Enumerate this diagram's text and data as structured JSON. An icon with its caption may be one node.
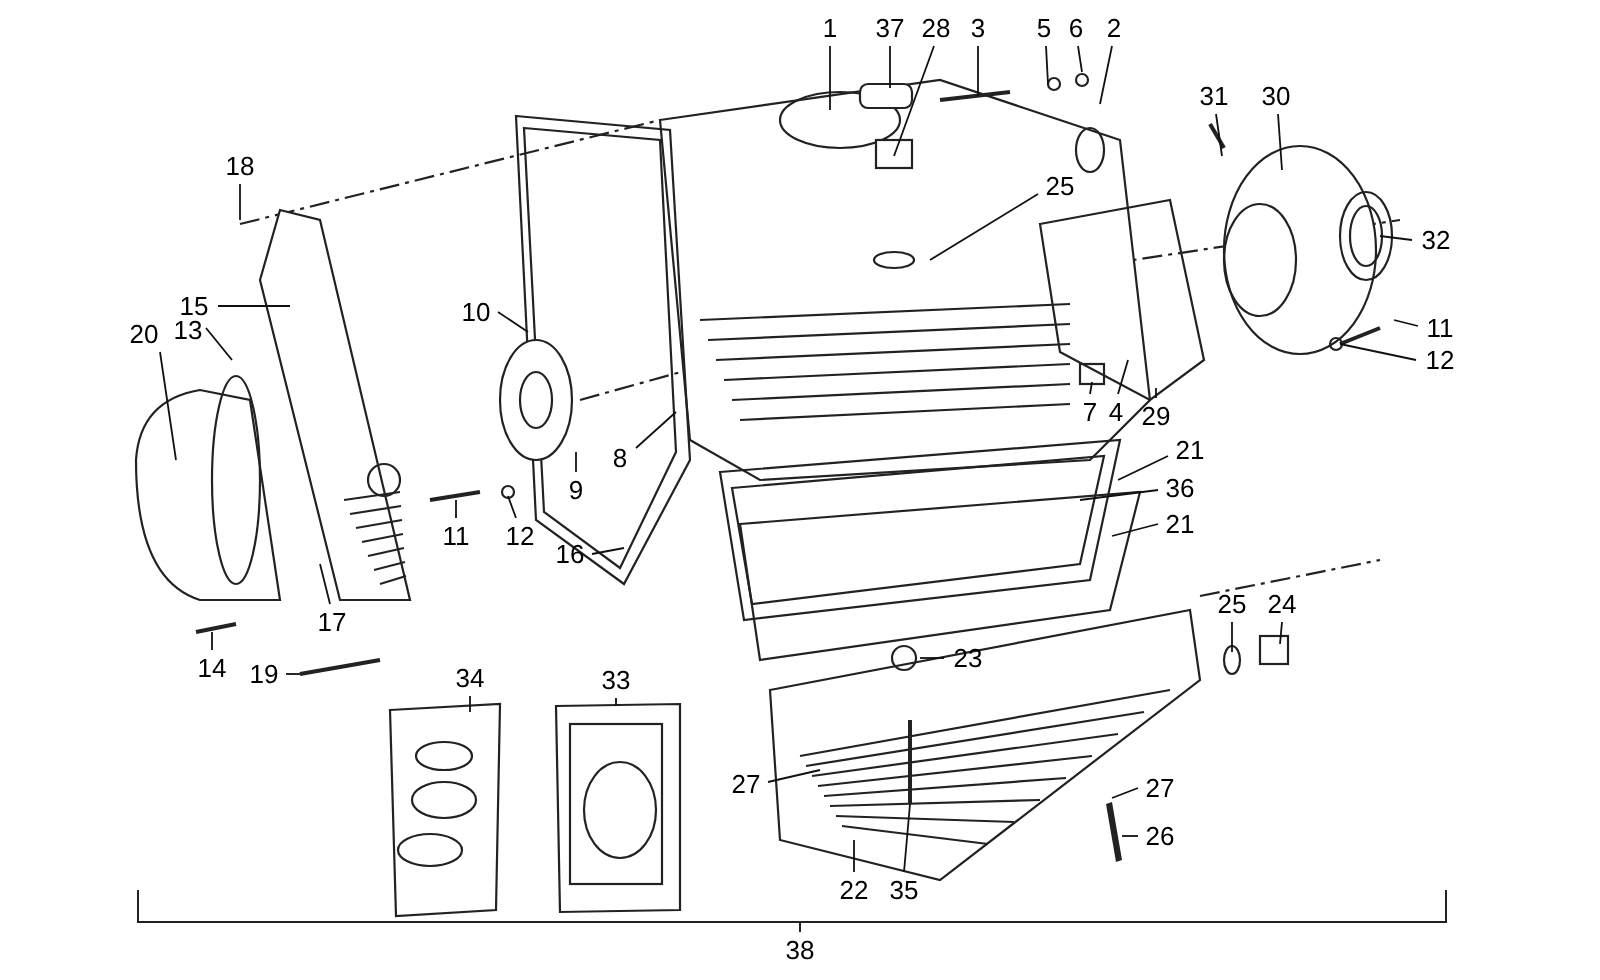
{
  "diagram": {
    "nodes": [
      {
        "text": [
          "1"
        ]
      },
      {
        "text": [
          "37"
        ]
      },
      {
        "text": [
          "28"
        ]
      },
      {
        "text": [
          "3"
        ]
      },
      {
        "text": [
          "5"
        ]
      },
      {
        "text": [
          "6"
        ]
      },
      {
        "text": [
          "2"
        ]
      },
      {
        "text": [
          "31"
        ]
      },
      {
        "text": [
          "30"
        ]
      },
      {
        "text": [
          "18"
        ]
      },
      {
        "text": [
          "25"
        ]
      },
      {
        "text": [
          "32"
        ]
      },
      {
        "text": [
          "15"
        ]
      },
      {
        "text": [
          "10"
        ]
      },
      {
        "text": [
          "13"
        ]
      },
      {
        "text": [
          "20"
        ]
      },
      {
        "text": [
          "11"
        ]
      },
      {
        "text": [
          "12"
        ]
      },
      {
        "text": [
          "7"
        ]
      },
      {
        "text": [
          "4"
        ]
      },
      {
        "text": [
          "29"
        ]
      },
      {
        "text": [
          "21"
        ]
      },
      {
        "text": [
          "8"
        ]
      },
      {
        "text": [
          "36"
        ]
      },
      {
        "text": [
          "9"
        ]
      },
      {
        "text": [
          "21"
        ]
      },
      {
        "text": [
          "11"
        ]
      },
      {
        "text": [
          "12"
        ]
      },
      {
        "text": [
          "16"
        ]
      },
      {
        "text": [
          "25"
        ]
      },
      {
        "text": [
          "24"
        ]
      },
      {
        "text": [
          "17"
        ]
      },
      {
        "text": [
          "23"
        ]
      },
      {
        "text": [
          "14"
        ]
      },
      {
        "text": [
          "19"
        ]
      },
      {
        "text": [
          "34"
        ]
      },
      {
        "text": [
          "33"
        ]
      },
      {
        "text": [
          "27"
        ]
      },
      {
        "text": [
          "27"
        ]
      },
      {
        "text": [
          "26"
        ]
      },
      {
        "text": [
          "22"
        ]
      },
      {
        "text": [
          "35"
        ]
      }
    ],
    "edges": [
      {
        "from": 0,
        "to": null,
        "arrow": "none"
      },
      {
        "from": 1,
        "to": null,
        "arrow": "none"
      },
      {
        "from": 2,
        "to": null,
        "arrow": "none"
      },
      {
        "from": 3,
        "to": null,
        "arrow": "none"
      },
      {
        "from": 4,
        "to": null,
        "arrow": "none"
      },
      {
        "from": 5,
        "to": null,
        "arrow": "none"
      },
      {
        "from": 6,
        "to": null,
        "arrow": "none"
      },
      {
        "from": 7,
        "to": null,
        "arrow": "none"
      },
      {
        "from": 8,
        "to": null,
        "arrow": "none"
      },
      {
        "from": 9,
        "to": null,
        "arrow": "none"
      },
      {
        "from": 10,
        "to": null,
        "arrow": "none"
      },
      {
        "from": 11,
        "to": null,
        "arrow": "none"
      },
      {
        "from": 12,
        "to": null,
        "arrow": "none"
      },
      {
        "from": 13,
        "to": null,
        "arrow": "none"
      },
      {
        "from": 14,
        "to": null,
        "arrow": "none"
      },
      {
        "from": 15,
        "to": null,
        "arrow": "none"
      },
      {
        "from": 16,
        "to": null,
        "arrow": "none"
      },
      {
        "from": 17,
        "to": null,
        "arrow": "none"
      },
      {
        "from": 18,
        "to": null,
        "arrow": "none"
      },
      {
        "from": 19,
        "to": null,
        "arrow": "none"
      },
      {
        "from": 20,
        "to": null,
        "arrow": "none"
      },
      {
        "from": 21,
        "to": null,
        "arrow": "none"
      },
      {
        "from": 22,
        "to": null,
        "arrow": "none"
      },
      {
        "from": 23,
        "to": null,
        "arrow": "none"
      },
      {
        "from": 24,
        "to": null,
        "arrow": "none"
      },
      {
        "from": 25,
        "to": null,
        "arrow": "none"
      },
      {
        "from": 26,
        "to": null,
        "arrow": "none"
      },
      {
        "from": 27,
        "to": null,
        "arrow": "none"
      },
      {
        "from": 28,
        "to": null,
        "arrow": "none"
      },
      {
        "from": 29,
        "to": null,
        "arrow": "none"
      },
      {
        "from": 30,
        "to": null,
        "arrow": "none"
      },
      {
        "from": 31,
        "to": null,
        "arrow": "none"
      },
      {
        "from": 32,
        "to": null,
        "arrow": "none"
      },
      {
        "from": 33,
        "to": null,
        "arrow": "none"
      },
      {
        "from": 34,
        "to": null,
        "arrow": "none"
      },
      {
        "from": 35,
        "to": null,
        "arrow": "none"
      },
      {
        "from": 36,
        "to": null,
        "arrow": "none"
      },
      {
        "from": 37,
        "to": null,
        "arrow": "none"
      },
      {
        "from": 38,
        "to": null,
        "arrow": "none"
      },
      {
        "from": 39,
        "to": null,
        "arrow": "none"
      },
      {
        "from": 40,
        "to": null,
        "arrow": "none"
      },
      {
        "from": 41,
        "to": null,
        "arrow": "none"
      }
    ],
    "labels": [
      "38"
    ]
  }
}
